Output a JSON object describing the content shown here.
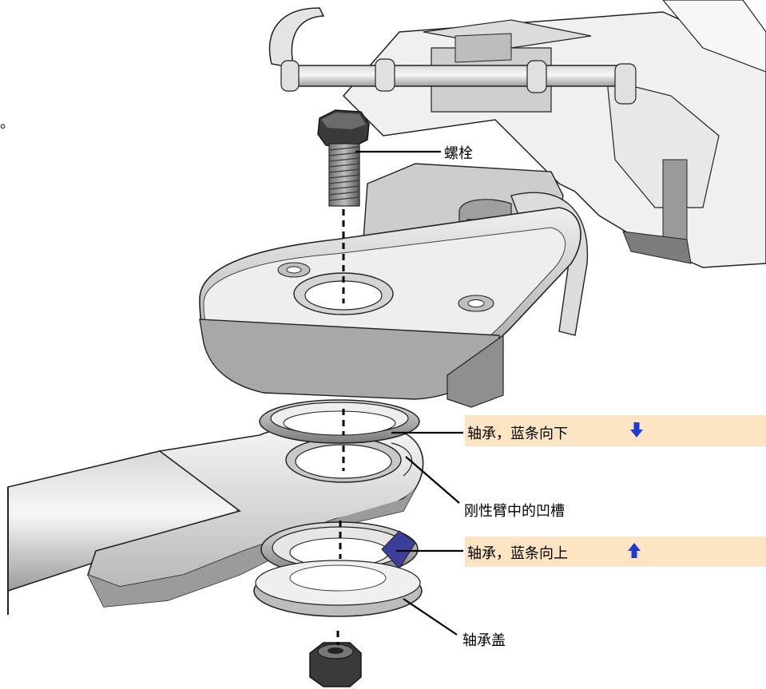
{
  "fragment_text": "。",
  "labels": {
    "bolt": "螺栓",
    "bearing_down": "轴承，蓝条向下",
    "groove": "刚性臂中的凹槽",
    "bearing_up": "轴承，蓝条向上",
    "cap": "轴承盖"
  },
  "colors": {
    "highlight_fill": "#fde5c4",
    "arrow_blue": "#1f3bd6",
    "bearing_stripe": "#3b3f9a",
    "leader_line": "#000000"
  },
  "icons": {
    "down": "blue-down-arrow-icon",
    "up": "blue-up-arrow-icon"
  }
}
